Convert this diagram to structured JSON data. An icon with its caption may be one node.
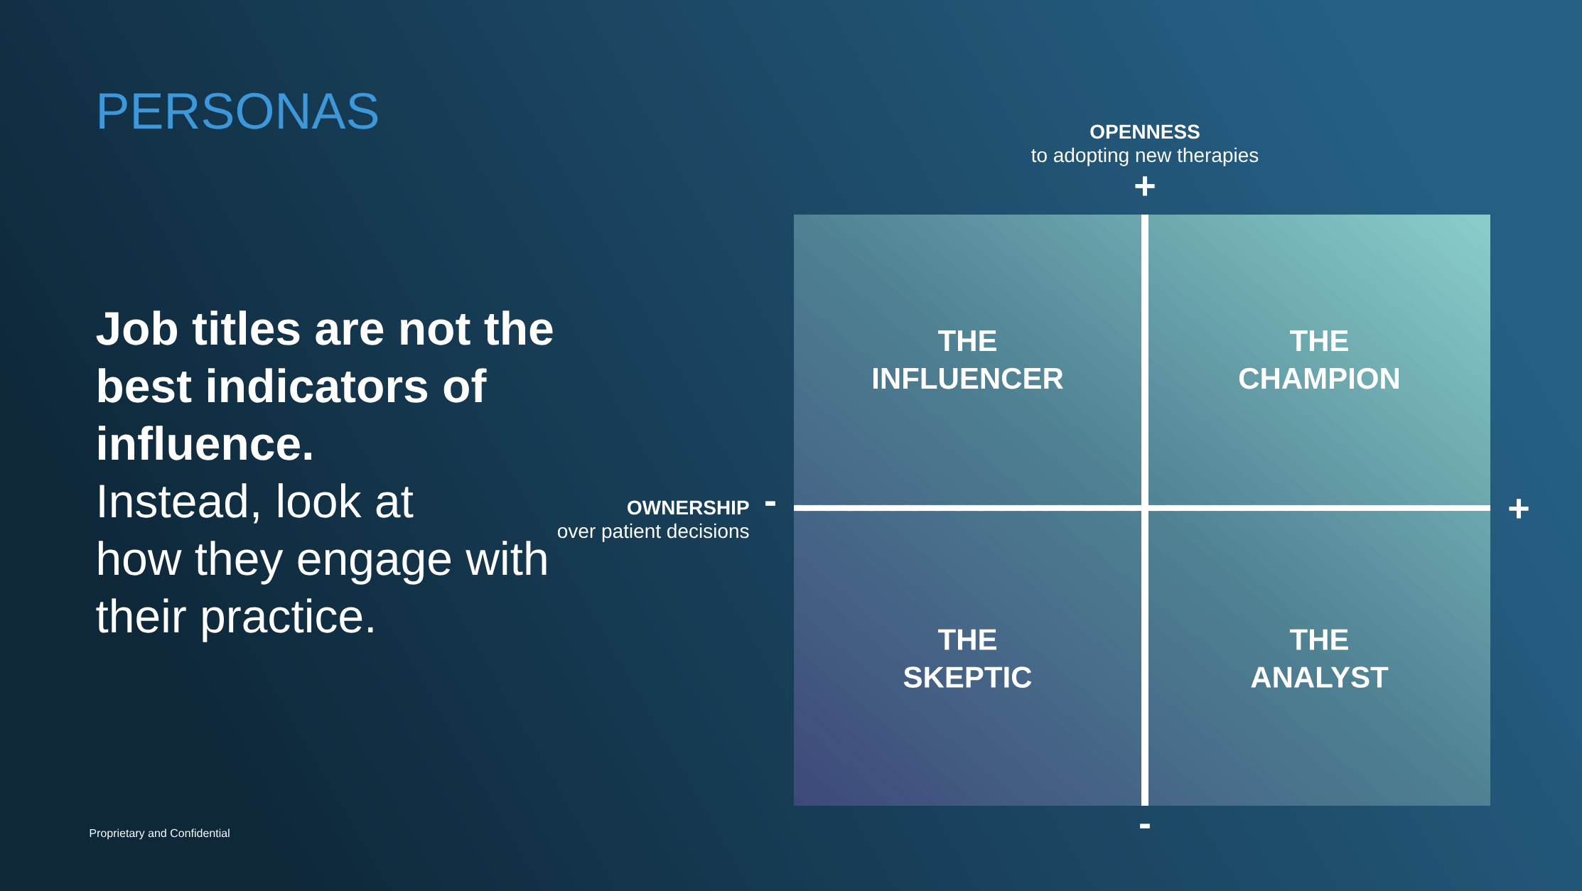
{
  "diagram": {
    "title": "PERSONAS",
    "nodes": [
      {
        "text": [
          "THE INFLUENCER"
        ]
      },
      {
        "text": [
          "THE CHAMPION"
        ]
      },
      {
        "text": [
          "THE SKEPTIC"
        ]
      },
      {
        "text": [
          "THE ANALYST"
        ]
      }
    ],
    "labels": [
      "Job titles are not the best indicators of influence.",
      "Instead, look at how they engage with their practice.",
      "OPENNESS",
      "to adopting new therapies",
      "+",
      "OWNERSHIP",
      "over patient decisions",
      "-",
      "+",
      "-",
      "Proprietary and Confidential"
    ]
  }
}
